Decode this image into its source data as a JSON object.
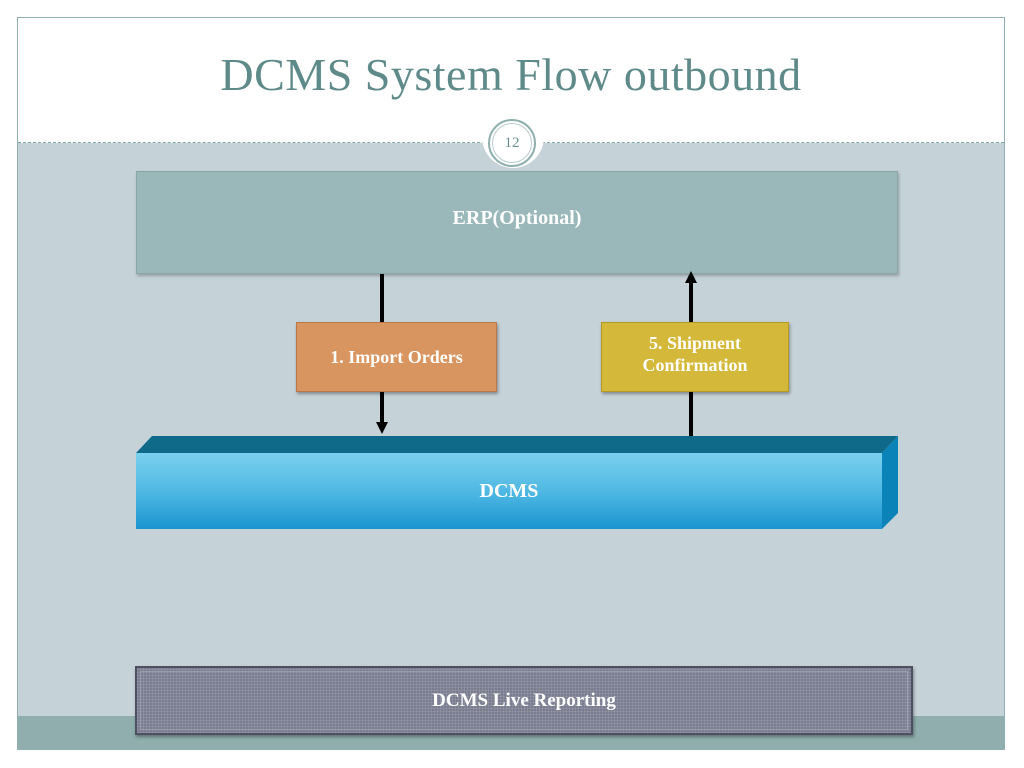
{
  "slide": {
    "title": "DCMS System Flow outbound",
    "slide_number": "12"
  },
  "diagram": {
    "erp_label": "ERP(Optional)",
    "import_label": "1. Import Orders",
    "shipment_label": "5. Shipment Confirmation",
    "dcms_label": "DCMS",
    "reporting_label": "DCMS Live Reporting"
  },
  "colors": {
    "title": "#5e8a89",
    "erp_box": "#9ab8b9",
    "import_box": "#d9955f",
    "shipment_box": "#d4b83a",
    "dcms_bar": "#3aa9d8",
    "reporting_box": "#7a7d90",
    "content_bg": "#c5d2d8"
  }
}
